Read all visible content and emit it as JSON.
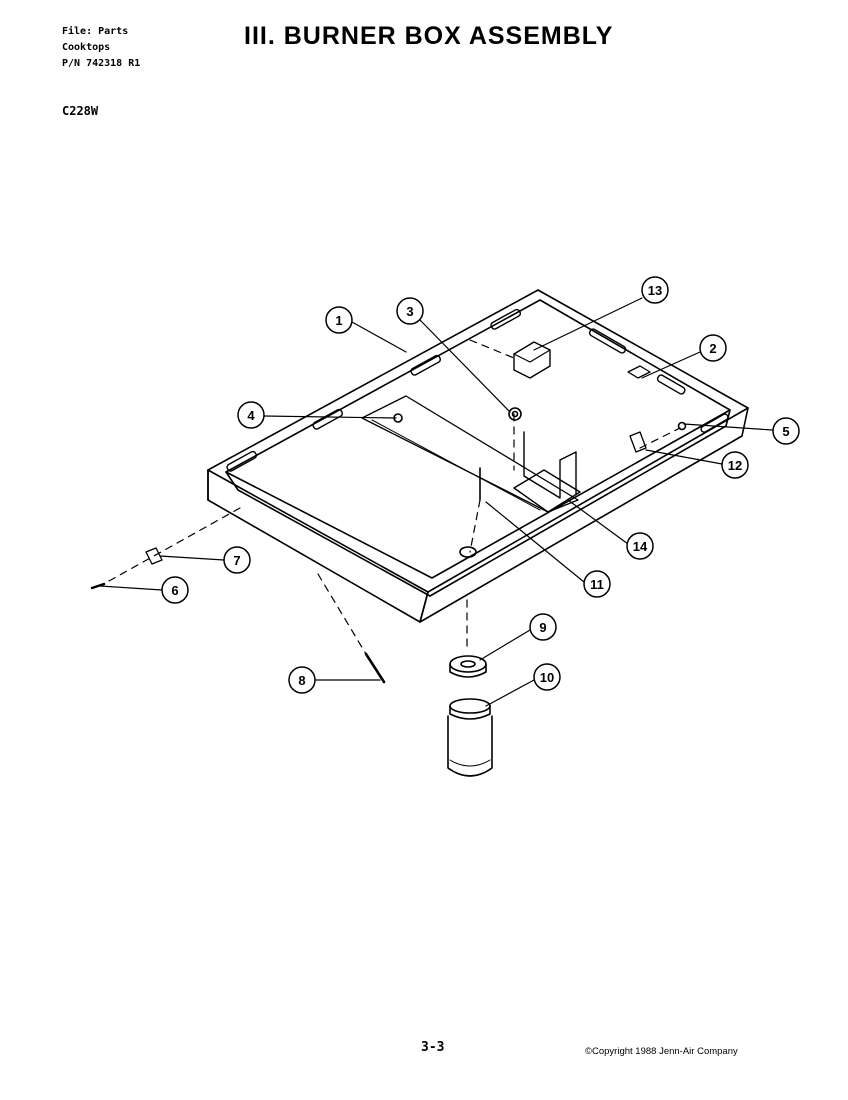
{
  "header": {
    "file": "File: Parts",
    "category": "Cooktops",
    "part_number": "P/N 742318 R1",
    "model": "C228W",
    "title": "III. BURNER BOX ASSEMBLY"
  },
  "callouts": [
    "1",
    "2",
    "3",
    "4",
    "5",
    "6",
    "7",
    "8",
    "9",
    "10",
    "11",
    "12",
    "13",
    "14"
  ],
  "footer": {
    "page": "3-3",
    "copyright": "©Copyright 1988 Jenn-Air Company"
  }
}
